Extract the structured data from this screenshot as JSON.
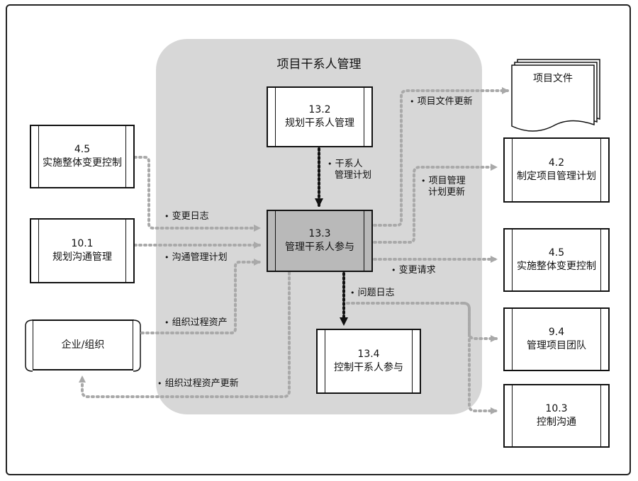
{
  "group_title": "项目干系人管理",
  "center_process": {
    "number": "13.3",
    "name": "管理干系人参与"
  },
  "plan_process": {
    "number": "13.2",
    "name": "规划干系人管理"
  },
  "control_process": {
    "number": "13.4",
    "name": "控制干系人参与"
  },
  "inputs_left": [
    {
      "number": "4.5",
      "name": "实施整体变更控制"
    },
    {
      "number": "10.1",
      "name": "规划沟通管理"
    }
  ],
  "enterprise": {
    "name": "企业/组织"
  },
  "outputs_right": [
    {
      "number": "4.2",
      "name": "制定项目管理计划"
    },
    {
      "number": "4.5",
      "name": "实施整体变更控制"
    },
    {
      "number": "9.4",
      "name": "管理项目团队"
    },
    {
      "number": "10.3",
      "name": "控制沟通"
    }
  ],
  "project_docs": {
    "name": "项目文件"
  },
  "flow_labels": {
    "plan": [
      "干系人",
      "管理计划"
    ],
    "change_log": "变更日志",
    "comm_plan": "沟通管理计划",
    "opa": "组织过程资产",
    "opa_updates": "组织过程资产更新",
    "doc_updates": "项目文件更新",
    "pm_plan_updates": [
      "项目管理",
      "计划更新"
    ],
    "change_requests": "变更请求",
    "issue_log": "问题日志"
  },
  "colors": {
    "group_bg": "#d7d7d7",
    "active_box": "#b9b9b9",
    "dotted_arrow": "#a9a9a9",
    "black_arrow": "#111111"
  }
}
